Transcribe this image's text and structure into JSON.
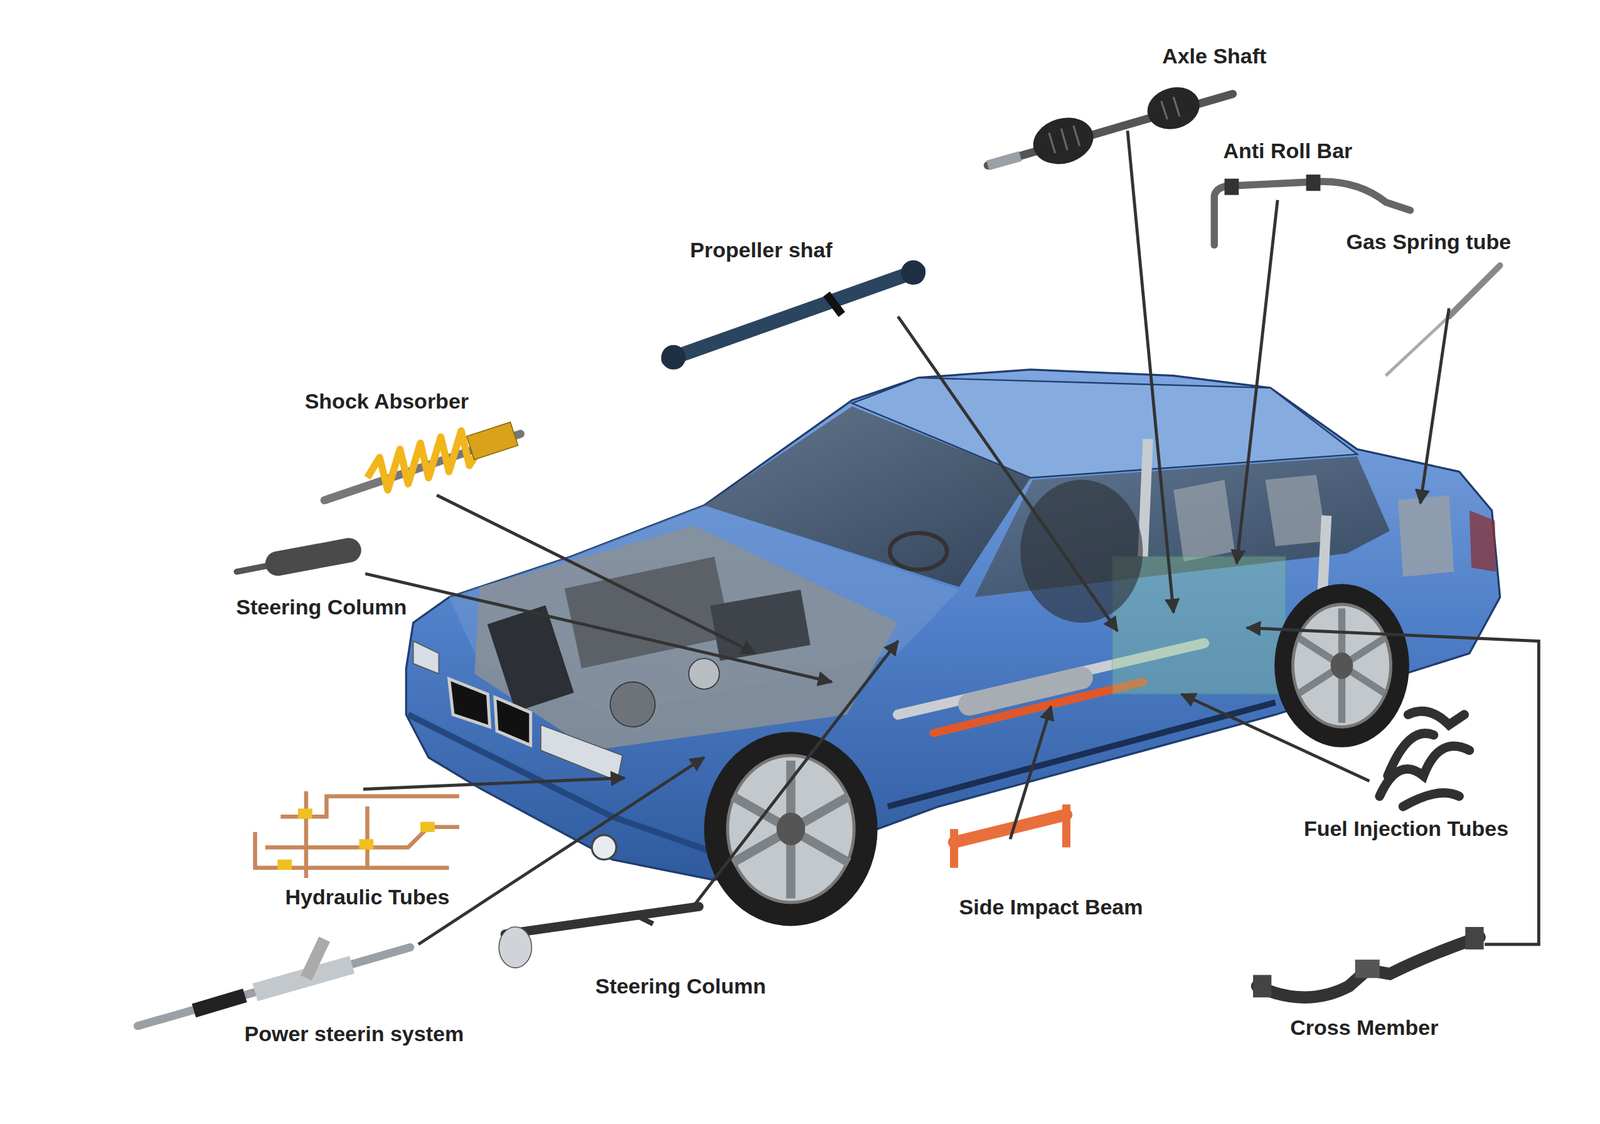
{
  "diagram": {
    "labels": [
      "Axle Shaft",
      "Anti Roll Bar",
      "Gas Spring tube",
      "Propeller shaf",
      "Shock Absorber",
      "Steering Column",
      "Fuel Injection Tubes",
      "Hydraulic Tubes",
      "Side Impact Beam",
      "Steering Column",
      "Power steerin system",
      "Cross Member"
    ]
  }
}
